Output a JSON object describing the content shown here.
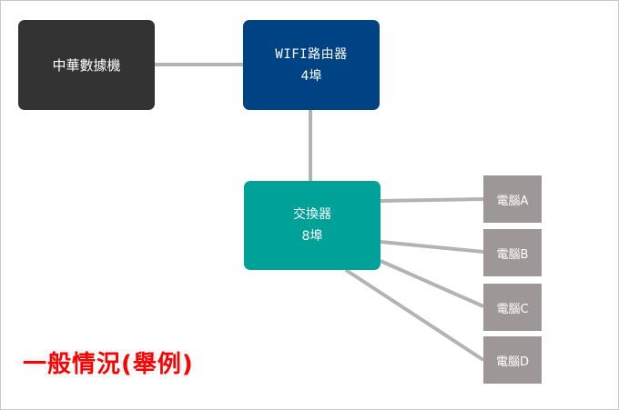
{
  "diagram": {
    "caption": "一般情況(舉例)",
    "nodes": {
      "modem": {
        "label": "中華數據機",
        "color": "#333333"
      },
      "router": {
        "label_line1": "WIFI路由器",
        "label_line2": "4埠",
        "color": "#004385"
      },
      "switch": {
        "label_line1": "交換器",
        "label_line2": "8埠",
        "color": "#00a199"
      },
      "computers": [
        {
          "label": "電腦A"
        },
        {
          "label": "電腦B"
        },
        {
          "label": "電腦C"
        },
        {
          "label": "電腦D"
        }
      ],
      "computer_color": "#9e9798"
    },
    "link_color": "#b3b3b3",
    "caption_color": "#ff0000"
  }
}
